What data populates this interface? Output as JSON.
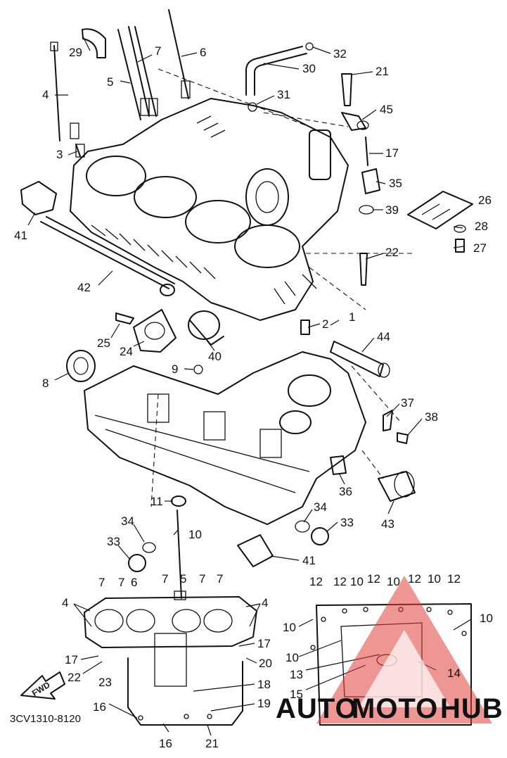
{
  "callouts": [
    {
      "id": "c-29",
      "text": "29"
    },
    {
      "id": "c-7a",
      "text": "7"
    },
    {
      "id": "c-6a",
      "text": "6"
    },
    {
      "id": "c-32",
      "text": "32"
    },
    {
      "id": "c-30",
      "text": "30"
    },
    {
      "id": "c-4a",
      "text": "4"
    },
    {
      "id": "c-5",
      "text": "5"
    },
    {
      "id": "c-21a",
      "text": "21"
    },
    {
      "id": "c-31",
      "text": "31"
    },
    {
      "id": "c-45",
      "text": "45"
    },
    {
      "id": "c-3",
      "text": "3"
    },
    {
      "id": "c-17a",
      "text": "17"
    },
    {
      "id": "c-35",
      "text": "35"
    },
    {
      "id": "c-26",
      "text": "26"
    },
    {
      "id": "c-41a",
      "text": "41"
    },
    {
      "id": "c-39",
      "text": "39"
    },
    {
      "id": "c-28",
      "text": "28"
    },
    {
      "id": "c-27",
      "text": "27"
    },
    {
      "id": "c-22a",
      "text": "22"
    },
    {
      "id": "c-42",
      "text": "42"
    },
    {
      "id": "c-2",
      "text": "2"
    },
    {
      "id": "c-1",
      "text": "1"
    },
    {
      "id": "c-25",
      "text": "25"
    },
    {
      "id": "c-24",
      "text": "24"
    },
    {
      "id": "c-40",
      "text": "40"
    },
    {
      "id": "c-44",
      "text": "44"
    },
    {
      "id": "c-9",
      "text": "9"
    },
    {
      "id": "c-8",
      "text": "8"
    },
    {
      "id": "c-37",
      "text": "37"
    },
    {
      "id": "c-38",
      "text": "38"
    },
    {
      "id": "c-36",
      "text": "36"
    },
    {
      "id": "c-43",
      "text": "43"
    },
    {
      "id": "c-11",
      "text": "11"
    },
    {
      "id": "c-34a",
      "text": "34"
    },
    {
      "id": "c-34b",
      "text": "34"
    },
    {
      "id": "c-33a",
      "text": "33"
    },
    {
      "id": "c-10a",
      "text": "10"
    },
    {
      "id": "c-33b",
      "text": "33"
    },
    {
      "id": "c-41b",
      "text": "41"
    },
    {
      "id": "g-7a",
      "text": "7"
    },
    {
      "id": "g-7b",
      "text": "7"
    },
    {
      "id": "g-6",
      "text": "6"
    },
    {
      "id": "g-7c",
      "text": "7"
    },
    {
      "id": "g-5",
      "text": "5"
    },
    {
      "id": "g-7d",
      "text": "7"
    },
    {
      "id": "g-7e",
      "text": "7"
    },
    {
      "id": "g-4a",
      "text": "4"
    },
    {
      "id": "g-4b",
      "text": "4"
    },
    {
      "id": "g-17a",
      "text": "17"
    },
    {
      "id": "g-17b",
      "text": "17"
    },
    {
      "id": "g-20",
      "text": "20"
    },
    {
      "id": "g-22",
      "text": "22"
    },
    {
      "id": "g-23",
      "text": "23"
    },
    {
      "id": "g-18",
      "text": "18"
    },
    {
      "id": "g-19",
      "text": "19"
    },
    {
      "id": "g-16a",
      "text": "16"
    },
    {
      "id": "g-16b",
      "text": "16"
    },
    {
      "id": "g-21",
      "text": "21"
    },
    {
      "id": "b-12a",
      "text": "12"
    },
    {
      "id": "b-12b",
      "text": "12"
    },
    {
      "id": "b-10a",
      "text": "10"
    },
    {
      "id": "b-12c",
      "text": "12"
    },
    {
      "id": "b-10b",
      "text": "10"
    },
    {
      "id": "b-12d",
      "text": "12"
    },
    {
      "id": "b-10c",
      "text": "10"
    },
    {
      "id": "b-12e",
      "text": "12"
    },
    {
      "id": "b-10d",
      "text": "10"
    },
    {
      "id": "b-10e",
      "text": "10"
    },
    {
      "id": "b-10f",
      "text": "10"
    },
    {
      "id": "b-13",
      "text": "13"
    },
    {
      "id": "b-14",
      "text": "14"
    },
    {
      "id": "b-15",
      "text": "15"
    }
  ],
  "fwd_label": "FWD",
  "diagram_code": "3CV1310-8120",
  "watermark": {
    "part1": "AUTO",
    "part2": "MOTO",
    "part3": "HUB",
    "color_orange": "#f5a623",
    "color_red": "#e0403a",
    "color_dark": "#3a3a3a"
  }
}
